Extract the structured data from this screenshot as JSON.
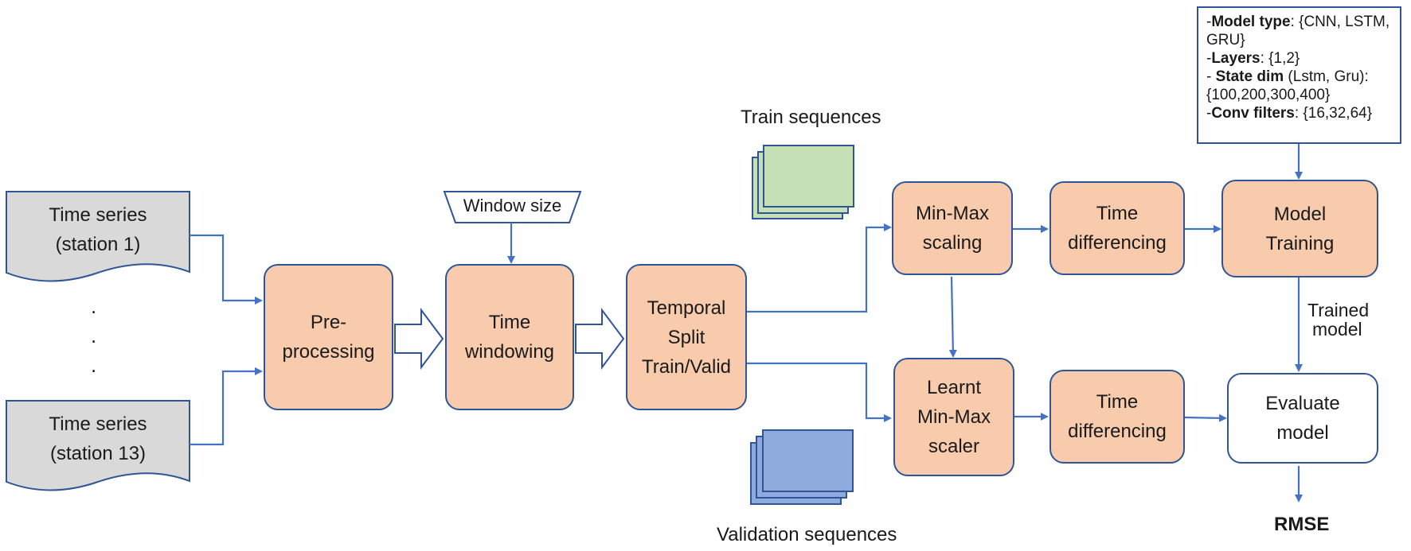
{
  "inputs": {
    "station_first": [
      "Time series",
      "(station 1)"
    ],
    "station_last": [
      "Time series",
      "(station 13)"
    ],
    "ellipsis": "."
  },
  "window_size": "Window size",
  "steps": {
    "preprocessing": [
      "Pre-",
      "processing"
    ],
    "time_windowing": [
      "Time",
      "windowing"
    ],
    "temporal_split": [
      "Temporal",
      "Split",
      "Train/Valid"
    ],
    "minmax_scaling": [
      "Min-Max",
      "scaling"
    ],
    "time_differencing_train": [
      "Time",
      "differencing"
    ],
    "model_training": [
      "Model",
      "Training"
    ],
    "learnt_scaler": [
      "Learnt",
      "Min-Max",
      "scaler"
    ],
    "time_differencing_valid": [
      "Time",
      "differencing"
    ],
    "evaluate_model": [
      "Evaluate",
      "model"
    ]
  },
  "sequences": {
    "train_label": "Train sequences",
    "validation_label": "Validation sequences"
  },
  "trained_model_label": [
    "Trained",
    "model"
  ],
  "output_label": "RMSE",
  "hyperparameters": {
    "model_type_key": "Model type",
    "model_type_val": ": {CNN, LSTM, GRU}",
    "layers_key": "Layers",
    "layers_val": ": {1,2}",
    "state_dim_key": "State dim",
    "state_dim_val": " (Lstm, Gru): {100,200,300,400}",
    "conv_filters_key": "Conv filters",
    "conv_filters_val": ": {16,32,64}"
  },
  "colors": {
    "process_fill": "#f8cbad",
    "border": "#2f5597",
    "arrow": "#4472c4",
    "document_fill": "#d9d9d9",
    "train_fill": "#c5e0b4",
    "validation_fill": "#8faadc"
  }
}
